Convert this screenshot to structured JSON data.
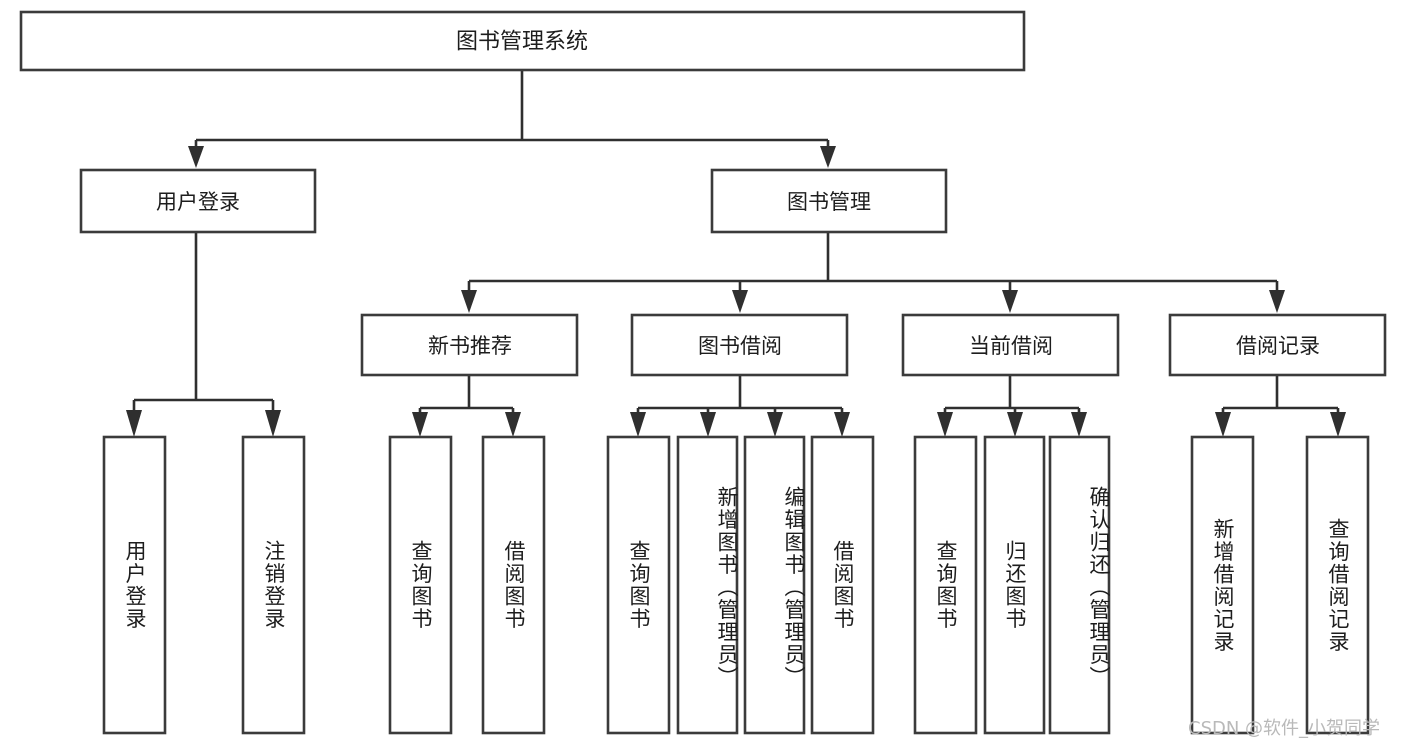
{
  "diagram": {
    "title": "图书管理系统",
    "type": "tree",
    "root": {
      "label": "图书管理系统",
      "level": 1
    },
    "level2": [
      {
        "label": "用户登录"
      },
      {
        "label": "图书管理"
      }
    ],
    "level3": [
      {
        "label": "新书推荐",
        "parent": "图书管理"
      },
      {
        "label": "图书借阅",
        "parent": "图书管理"
      },
      {
        "label": "当前借阅",
        "parent": "图书管理"
      },
      {
        "label": "借阅记录",
        "parent": "图书管理"
      }
    ],
    "leaves": {
      "user_login": [
        {
          "label": "用户登录"
        },
        {
          "label": "注销登录"
        }
      ],
      "new_book": [
        {
          "label": "查询图书"
        },
        {
          "label": "借阅图书"
        }
      ],
      "book_borrow": [
        {
          "label": "查询图书"
        },
        {
          "label": "新增图书（管理员）"
        },
        {
          "label": "编辑图书（管理员）"
        },
        {
          "label": "借阅图书"
        }
      ],
      "current_borrow": [
        {
          "label": "查询图书"
        },
        {
          "label": "归还图书"
        },
        {
          "label": "确认归还（管理员）"
        }
      ],
      "borrow_record": [
        {
          "label": "新增借阅记录"
        },
        {
          "label": "查询借阅记录"
        }
      ]
    }
  },
  "watermark": {
    "text": "CSDN @软件_小贺同学"
  },
  "colors": {
    "box_stroke": "#3b3b3b",
    "connector": "#2f2f2f",
    "text": "#1d1d1d",
    "background": "#ffffff",
    "watermark": "#b9b9b9"
  }
}
